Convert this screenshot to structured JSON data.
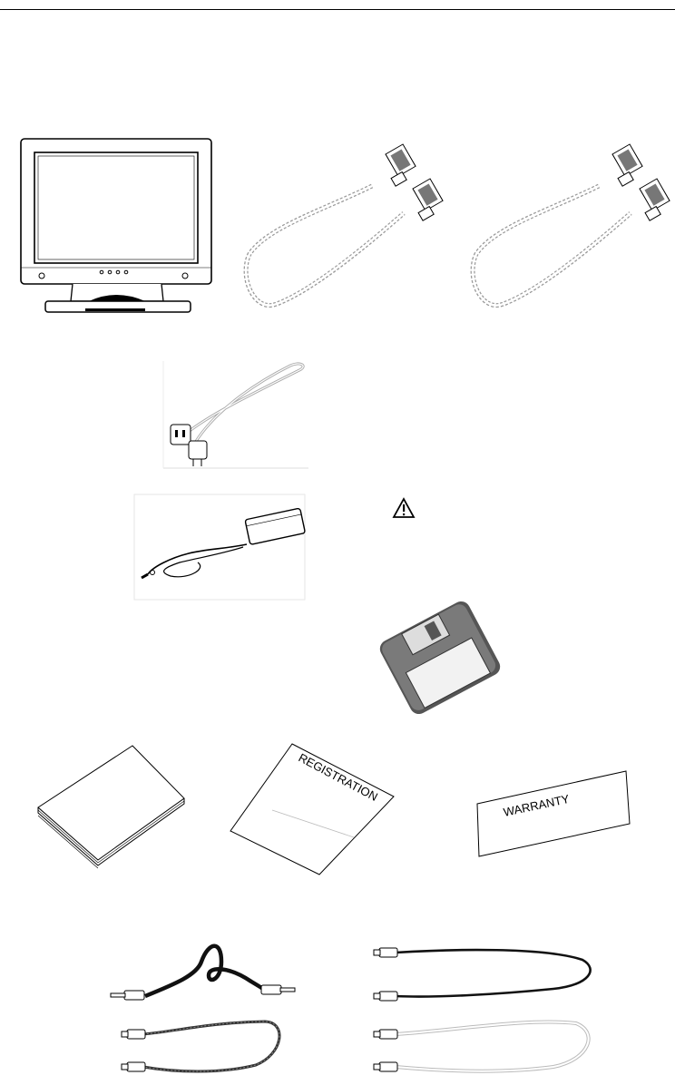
{
  "page": {
    "items": [
      {
        "name": "lcd-monitor",
        "label": ""
      },
      {
        "name": "vga-signal-cable-1",
        "label": ""
      },
      {
        "name": "vga-signal-cable-2",
        "label": ""
      },
      {
        "name": "power-cord",
        "label": ""
      },
      {
        "name": "ac-power-adapter",
        "label": ""
      },
      {
        "name": "caution-icon",
        "label": ""
      },
      {
        "name": "driver-floppy-disk",
        "label": ""
      },
      {
        "name": "user-manual-booklet",
        "label": ""
      },
      {
        "name": "registration-card",
        "label": "REGISTRATION"
      },
      {
        "name": "warranty-card",
        "label": "WARRANTY"
      },
      {
        "name": "audio-cable-stereo",
        "label": ""
      },
      {
        "name": "audio-cable-rca-dark",
        "label": ""
      },
      {
        "name": "audio-cable-rca-medium",
        "label": ""
      },
      {
        "name": "audio-cable-rca-light",
        "label": ""
      }
    ]
  },
  "registration": {
    "title": "REGISTRATION"
  },
  "warranty": {
    "title": "WARRANTY"
  }
}
